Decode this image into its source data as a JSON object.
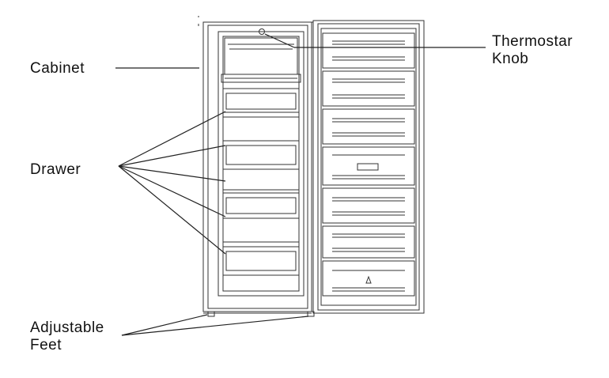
{
  "labels": {
    "cabinet": "Cabinet",
    "drawer": "Drawer",
    "thermostat_line1": "Thermostar",
    "thermostat_line2": "Knob",
    "feet_line1": "Adjustable",
    "feet_line2": "Feet"
  },
  "colors": {
    "line": "#222222",
    "stroke": "#333333",
    "panel_fill": "#f6f6f6"
  }
}
